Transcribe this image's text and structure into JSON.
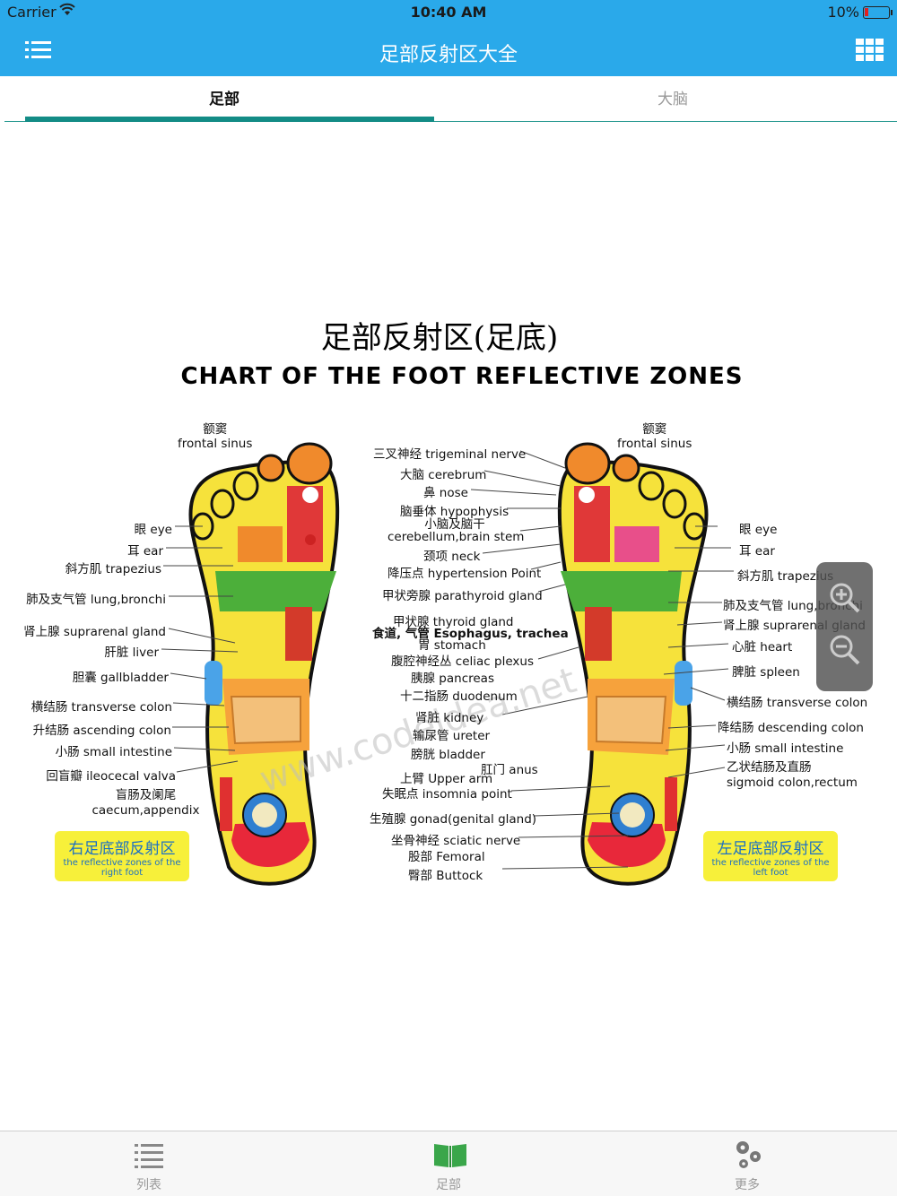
{
  "status": {
    "carrier": "Carrier",
    "time": "10:40 AM",
    "battery": "10%"
  },
  "nav": {
    "title": "足部反射区大全"
  },
  "tabs": [
    {
      "label": "足部"
    },
    {
      "label": "大脑"
    }
  ],
  "chart": {
    "title_cn": "足部反射区(足底)",
    "title_en": "CHART OF THE FOOT REFLECTIVE ZONES",
    "watermark": "www.codeidea.net",
    "right_foot_box": {
      "cn": "右足底部反射区",
      "en": "the reflective zones of the right foot"
    },
    "left_foot_box": {
      "cn": "左足底部反射区",
      "en": "the reflective zones of the left foot"
    },
    "left_labels": {
      "frontal_sinus": "额窦\nfrontal sinus",
      "eye": "眼 eye",
      "ear": "耳 ear",
      "trapezius": "斜方肌 trapezius",
      "lung": "肺及支气管 lung,bronchi",
      "suprarenal": "肾上腺 suprarenal gland",
      "liver": "肝脏 liver",
      "gallbladder": "胆囊 gallbladder",
      "transverse": "横结肠 transverse colon",
      "ascending": "升结肠 ascending colon",
      "small": "小肠 small intestine",
      "ileocecal": "回盲瓣 ileocecal valva",
      "caecum": "盲肠及阑尾\ncaecum,appendix"
    },
    "center_labels": {
      "trigeminal": "三叉神经 trigeminal nerve",
      "cerebrum": "大脑 cerebrum",
      "nose": "鼻 nose",
      "hypophysis": "脑垂体 hypophysis",
      "cerebellum": "小脑及脑干\ncerebellum,brain stem",
      "neck": "颈项 neck",
      "hypertension": "降压点 hypertension Point",
      "parathyroid": "甲状旁腺 parathyroid gland",
      "thyroid": "甲状腺 thyroid gland",
      "esophagus": "食道, 气管 Esophagus, trachea",
      "stomach": "胃 stomach",
      "celiac": "腹腔神经丛 celiac plexus",
      "pancreas": "胰腺 pancreas",
      "duodenum": "十二指肠 duodenum",
      "kidney": "肾脏 kidney",
      "ureter": "输尿管 ureter",
      "bladder": "膀胱 bladder",
      "anus": "肛门 anus",
      "upper_arm": "上臂 Upper arm",
      "insomnia": "失眠点 insomnia point",
      "gonad": "生殖腺 gonad(genital gland)",
      "sciatic": "坐骨神经 sciatic nerve",
      "femoral": "股部 Femoral",
      "buttock": "臀部 Buttock"
    },
    "right_labels": {
      "frontal_sinus": "额窦\nfrontal sinus",
      "eye": "眼 eye",
      "ear": "耳 ear",
      "trapezius": "斜方肌 trapezius",
      "lung": "肺及支气管 lung,bronchi",
      "suprarenal": "肾上腺 suprarenal gland",
      "heart": "心脏 heart",
      "spleen": "脾脏 spleen",
      "transverse": "横结肠 transverse colon",
      "descending": "降结肠 descending colon",
      "small": "小肠 small intestine",
      "sigmoid": "乙状结肠及直肠\nsigmoid colon,rectum"
    }
  },
  "tabbar": [
    {
      "label": "列表",
      "icon": "list-icon"
    },
    {
      "label": "足部",
      "icon": "book-icon"
    },
    {
      "label": "更多",
      "icon": "gears-icon"
    }
  ],
  "colors": {
    "accent": "#2aa9ea",
    "tab_underline": "#138c86",
    "tabbar_active": "#3aa64a"
  }
}
